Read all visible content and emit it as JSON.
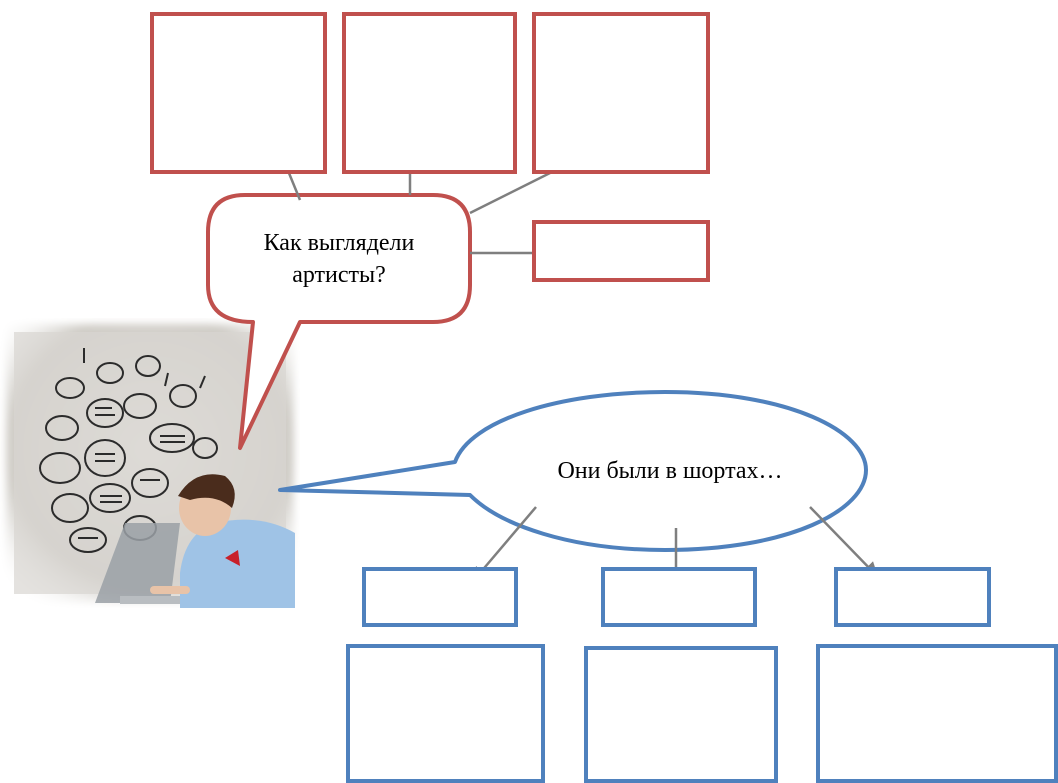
{
  "question_bubble": {
    "text_line1": "Как выглядели",
    "text_line2": "артисты?"
  },
  "answer_bubble": {
    "text": "Они были в шортах…"
  },
  "colors": {
    "red_outline": "#c0504d",
    "blue_outline": "#4f81bd",
    "arrow": "#7f7f7f"
  },
  "illustration": {
    "subject": "young man at laptop with sketched speech bubbles on wall"
  }
}
